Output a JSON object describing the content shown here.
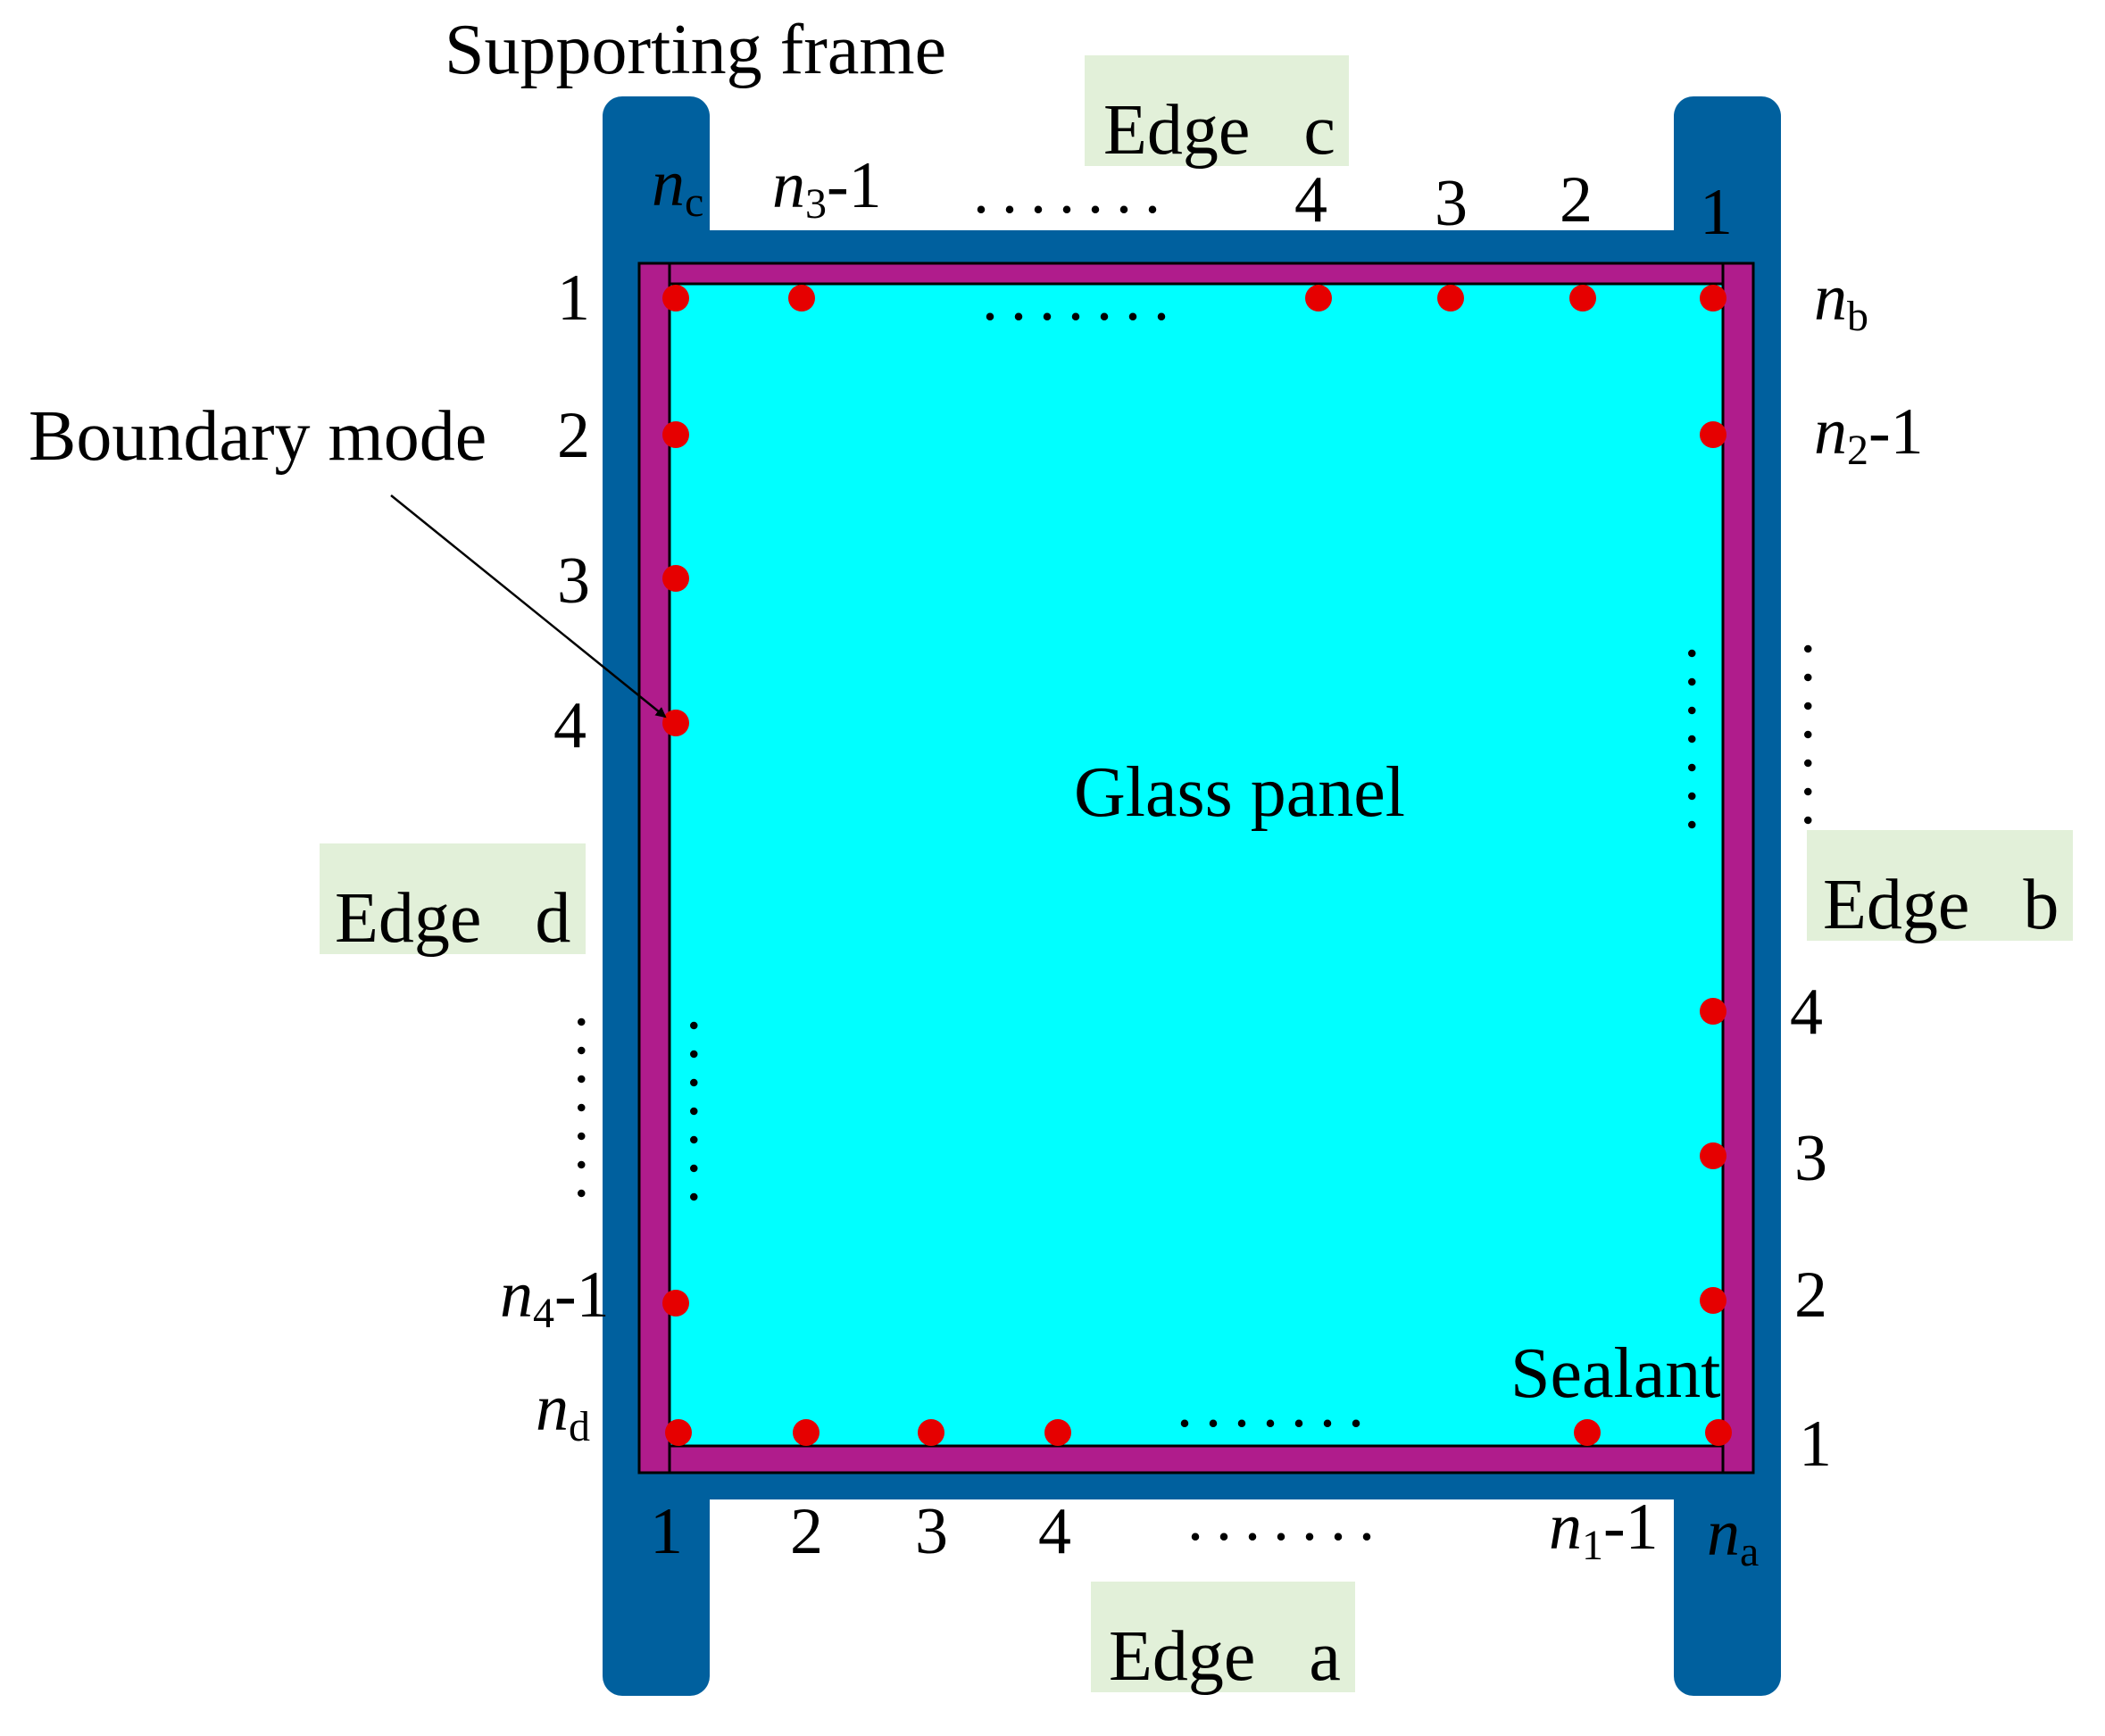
{
  "title": "Supporting frame",
  "labels": {
    "boundary_mode": "Boundary mode",
    "glass_panel": "Glass panel",
    "sealant": "Sealant"
  },
  "edges": {
    "a": "Edge   a",
    "b": "Edge   b",
    "c": "Edge   c",
    "d": "Edge   d"
  },
  "ellipsis": ".......",
  "node_labels": {
    "top": {
      "nc_base": "n",
      "nc_sub": "c",
      "n3_base": "n",
      "n3_sub": "3",
      "n3_tail": "-1",
      "t4": "4",
      "t3": "3",
      "t2": "2",
      "t1": "1"
    },
    "left": {
      "l1": "1",
      "l2": "2",
      "l3": "3",
      "l4": "4",
      "n4_base": "n",
      "n4_sub": "4",
      "n4_tail": "-1",
      "nd_base": "n",
      "nd_sub": "d"
    },
    "right": {
      "nb_base": "n",
      "nb_sub": "b",
      "n2_base": "n",
      "n2_sub": "2",
      "n2_tail": "-1",
      "r4": "4",
      "r3": "3",
      "r2": "2",
      "r1": "1"
    },
    "bottom": {
      "b1": "1",
      "b2": "2",
      "b3": "3",
      "b4": "4",
      "n1_base": "n",
      "n1_sub": "1",
      "n1_tail": "-1",
      "na_base": "n",
      "na_sub": "a"
    }
  },
  "colors": {
    "frame": "#00609E",
    "sealant": "#B01C8C",
    "glass": "#00FFFF",
    "node": "#E60000",
    "edge_label_bg": "#E2F0D9"
  }
}
